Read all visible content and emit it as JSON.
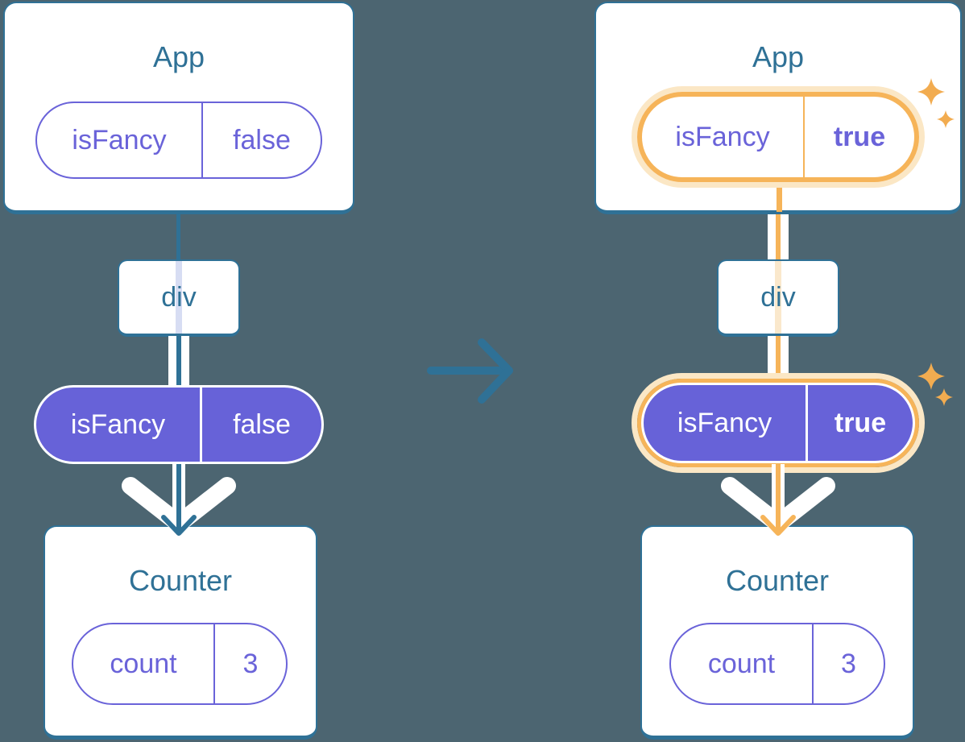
{
  "colors": {
    "background": "#4C6571",
    "card_stroke": "#2F7196",
    "steel_blue": "#2F7196",
    "purple_outline": "#6A63D9",
    "purple_fill": "#6762D8",
    "highlight_orange": "#F6B459",
    "highlight_pale": "#FBE7C5",
    "sparkle_orange": "#F2AC50",
    "trace_lavender": "#D7DDF3",
    "trace_peach": "#FAE8CC",
    "white": "#FFFFFF"
  },
  "before": {
    "app": {
      "title": "App",
      "prop_name": "isFancy",
      "prop_value": "false"
    },
    "div_label": "div",
    "passed_prop": {
      "name": "isFancy",
      "value": "false"
    },
    "counter": {
      "title": "Counter",
      "state_name": "count",
      "state_value": "3"
    }
  },
  "after": {
    "app": {
      "title": "App",
      "prop_name": "isFancy",
      "prop_value": "true"
    },
    "div_label": "div",
    "passed_prop": {
      "name": "isFancy",
      "value": "true"
    },
    "counter": {
      "title": "Counter",
      "state_name": "count",
      "state_value": "3"
    }
  }
}
